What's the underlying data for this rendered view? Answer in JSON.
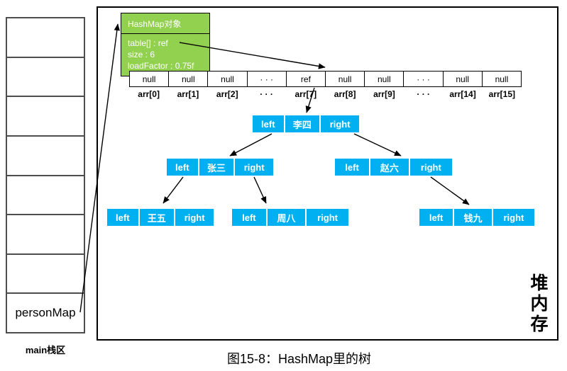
{
  "stack": {
    "cells": [
      "",
      "",
      "",
      "",
      "",
      "",
      "",
      "personMap"
    ],
    "label": "main栈区"
  },
  "heap": {
    "label": "堆内存",
    "hashmap_object": {
      "title": "HashMap对象",
      "fields": [
        "table[] : ref",
        "size : 6",
        "loadFactor : 0.75f"
      ]
    },
    "array": {
      "cells": [
        "null",
        "null",
        "null",
        "· · ·",
        "ref",
        "null",
        "null",
        "· · ·",
        "null",
        "null"
      ],
      "labels": [
        "arr[0]",
        "arr[1]",
        "arr[2]",
        "· · ·",
        "arr[7]",
        "arr[8]",
        "arr[9]",
        "· · ·",
        "arr[14]",
        "arr[15]"
      ]
    },
    "tree": {
      "cell_left": "left",
      "cell_right": "right",
      "nodes": {
        "lisi": "李四",
        "zhangsan": "张三",
        "zhaoliu": "赵六",
        "wangwu": "王五",
        "zhouba": "周八",
        "qianjiu": "钱九"
      }
    }
  },
  "caption": "图15-8：HashMap里的树",
  "colors": {
    "object_green": "#92D050",
    "node_blue": "#00B0F0"
  }
}
